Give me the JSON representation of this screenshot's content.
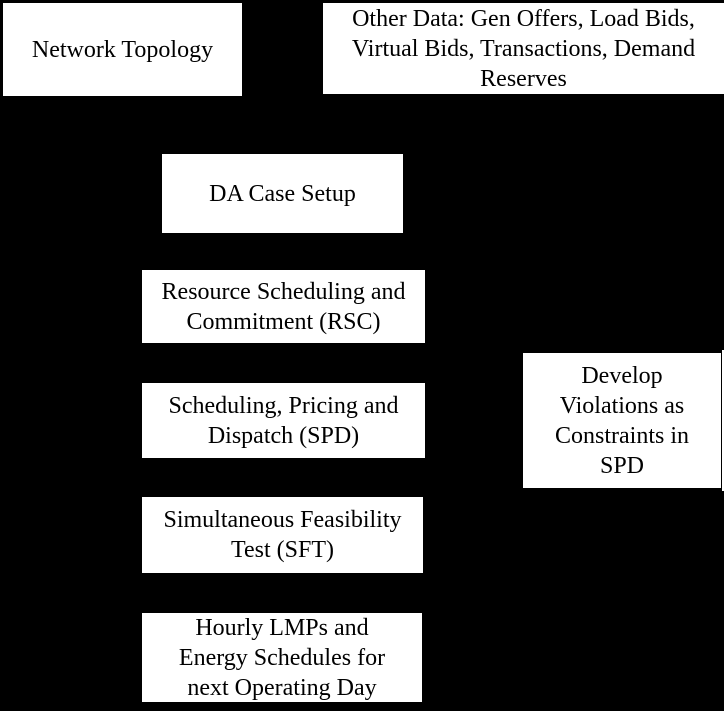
{
  "figure": {
    "type": "flowchart",
    "colors": {
      "background": "#000000",
      "node_fill": "#ffffff",
      "node_border": "#000000",
      "text": "#000000"
    },
    "nodes": [
      {
        "id": "network-topology",
        "label": "Network Topology",
        "lines": [
          "Network Topology"
        ]
      },
      {
        "id": "other-data",
        "label": "Other Data: Gen Offers, Load Bids, Virtual Bids, Transactions, Demand Reserves",
        "lines": [
          "Other Data: Gen Offers, Load Bids,",
          "Virtual Bids, Transactions, Demand",
          "Reserves"
        ]
      },
      {
        "id": "da-case-setup",
        "label": "DA Case Setup",
        "lines": [
          "DA Case Setup"
        ]
      },
      {
        "id": "rsc",
        "label": "Resource Scheduling and Commitment (RSC)",
        "lines": [
          "Resource Scheduling and",
          "Commitment (RSC)"
        ]
      },
      {
        "id": "spd",
        "label": "Scheduling, Pricing and Dispatch (SPD)",
        "lines": [
          "Scheduling, Pricing and",
          "Dispatch (SPD)"
        ]
      },
      {
        "id": "develop-violations",
        "label": "Develop Violations as Constraints in SPD",
        "lines": [
          "Develop",
          "Violations as",
          "Constraints in",
          "SPD"
        ]
      },
      {
        "id": "sft",
        "label": "Simultaneous Feasibility Test (SFT)",
        "lines": [
          "Simultaneous Feasibility",
          "Test (SFT)"
        ]
      },
      {
        "id": "hourly-lmps",
        "label": "Hourly LMPs and Energy Schedules for next Operating Day",
        "lines": [
          "Hourly LMPs and",
          "Energy Schedules for",
          "next Operating Day"
        ]
      }
    ]
  }
}
